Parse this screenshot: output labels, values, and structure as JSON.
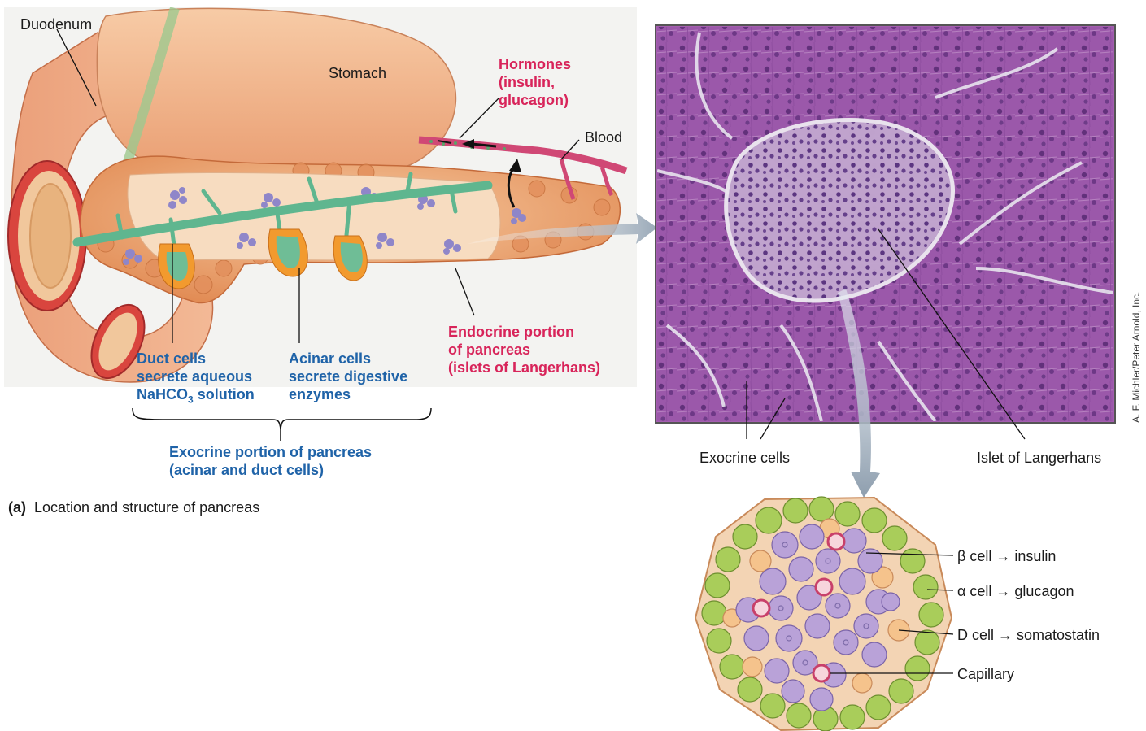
{
  "figure": {
    "caption_letter": "(a)",
    "caption_text": "Location and structure of pancreas",
    "credit": "A. F. Michler/Peter Arnold, Inc."
  },
  "labels": {
    "duodenum": "Duodenum",
    "stomach": "Stomach",
    "blood": "Blood",
    "hormones": [
      "Hormones",
      "(insulin,",
      "glucagon)"
    ],
    "duct_cells": [
      "Duct cells",
      "secrete aqueous",
      "NaHCO",
      "3",
      " solution"
    ],
    "acinar_cells": [
      "Acinar cells",
      "secrete digestive",
      "enzymes"
    ],
    "endocrine": [
      "Endocrine portion",
      "of pancreas",
      "(islets of Langerhans)"
    ],
    "exocrine_portion": [
      "Exocrine portion of pancreas",
      "(acinar and duct cells)"
    ],
    "exocrine_cells": "Exocrine cells",
    "islet": "Islet of Langerhans",
    "beta_cell": "β cell → insulin",
    "alpha_cell": "α cell → glucagon",
    "d_cell": "D cell → somatostatin",
    "capillary": "Capillary"
  },
  "colors": {
    "label_blue": "#1f63a8",
    "label_red": "#d8245a",
    "stomach": "#f1b48c",
    "pancreas": "#e89a63",
    "duct": "#5fb68f",
    "micrograph": "#9a56a8",
    "beta": "#b9a2d8",
    "alpha": "#a9cd5a",
    "delta": "#f5c38c"
  }
}
